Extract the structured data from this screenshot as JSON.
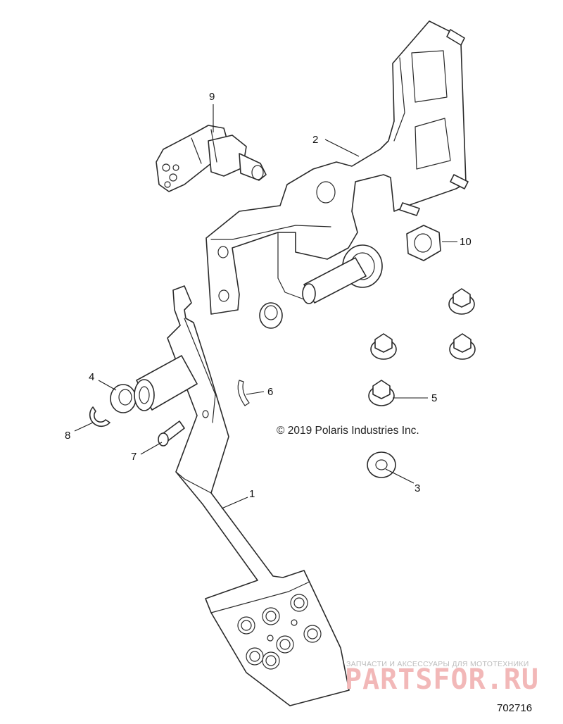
{
  "callouts": [
    {
      "id": "1",
      "label": "1"
    },
    {
      "id": "2",
      "label": "2"
    },
    {
      "id": "3",
      "label": "3"
    },
    {
      "id": "4",
      "label": "4"
    },
    {
      "id": "5",
      "label": "5"
    },
    {
      "id": "6",
      "label": "6"
    },
    {
      "id": "7",
      "label": "7"
    },
    {
      "id": "8",
      "label": "8"
    },
    {
      "id": "9",
      "label": "9"
    },
    {
      "id": "10",
      "label": "10"
    }
  ],
  "copyright": "© 2019 Polaris Industries Inc.",
  "figure_number": "702716",
  "watermark": {
    "tagline": "ЗАПЧАСТИ И АКСЕССУАРЫ ДЛЯ МОТОТЕХНИКИ",
    "brand": "PARTSFOR.RU",
    "color": "#f2b8b8"
  }
}
